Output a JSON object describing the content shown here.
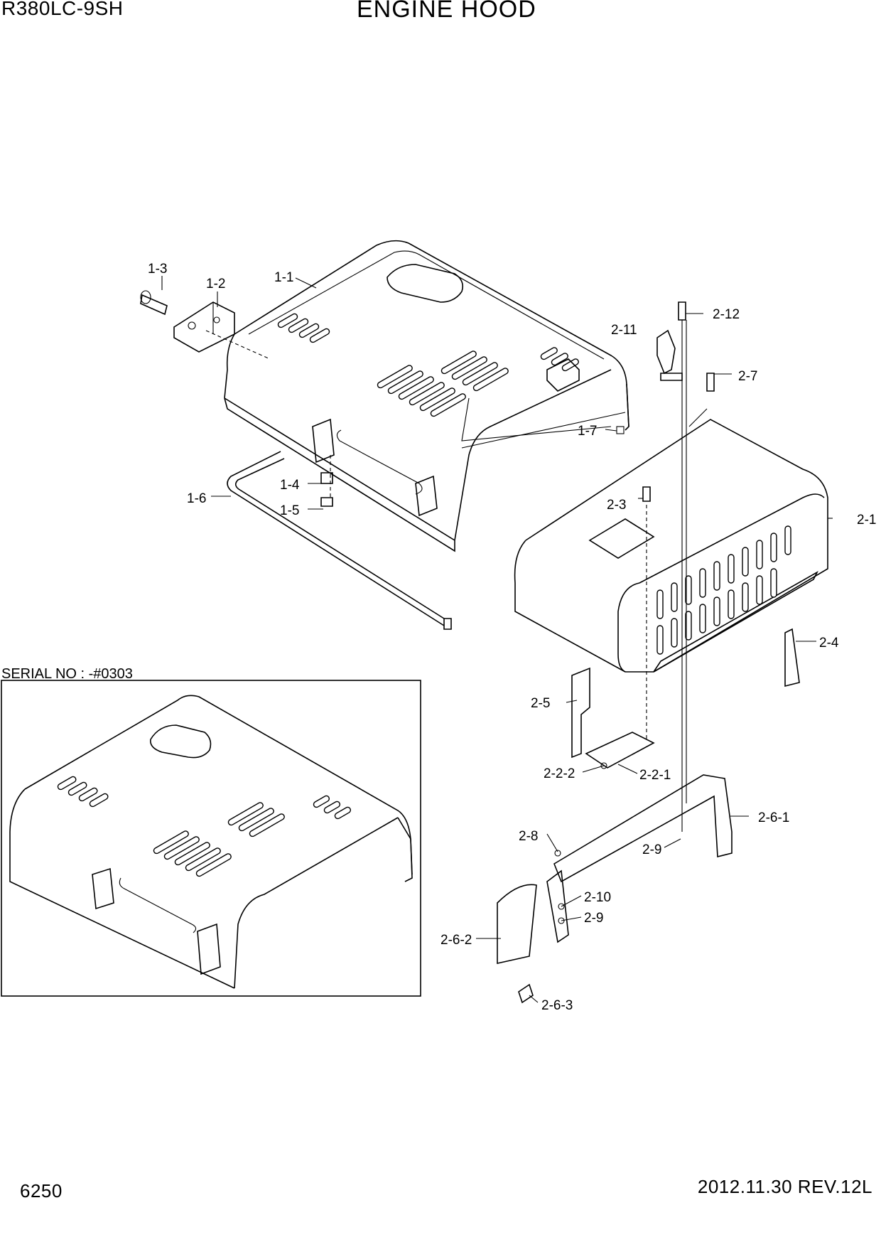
{
  "header": {
    "model": "R380LC-9SH",
    "title": "ENGINE HOOD"
  },
  "footer": {
    "page_number": "6250",
    "revision": "2012.11.30  REV.12L"
  },
  "inset": {
    "serial_label": "SERIAL NO : -#0303"
  },
  "callouts": {
    "c1_1": "1-1",
    "c1_2": "1-2",
    "c1_3": "1-3",
    "c1_4": "1-4",
    "c1_5": "1-5",
    "c1_6": "1-6",
    "c1_7": "1-7",
    "c2_1": "2-1",
    "c2_2_1": "2-2-1",
    "c2_2_2": "2-2-2",
    "c2_3": "2-3",
    "c2_4": "2-4",
    "c2_5": "2-5",
    "c2_6_1": "2-6-1",
    "c2_6_2": "2-6-2",
    "c2_6_3": "2-6-3",
    "c2_7": "2-7",
    "c2_8": "2-8",
    "c2_9a": "2-9",
    "c2_9b": "2-9",
    "c2_10": "2-10",
    "c2_11": "2-11",
    "c2_12": "2-12"
  }
}
